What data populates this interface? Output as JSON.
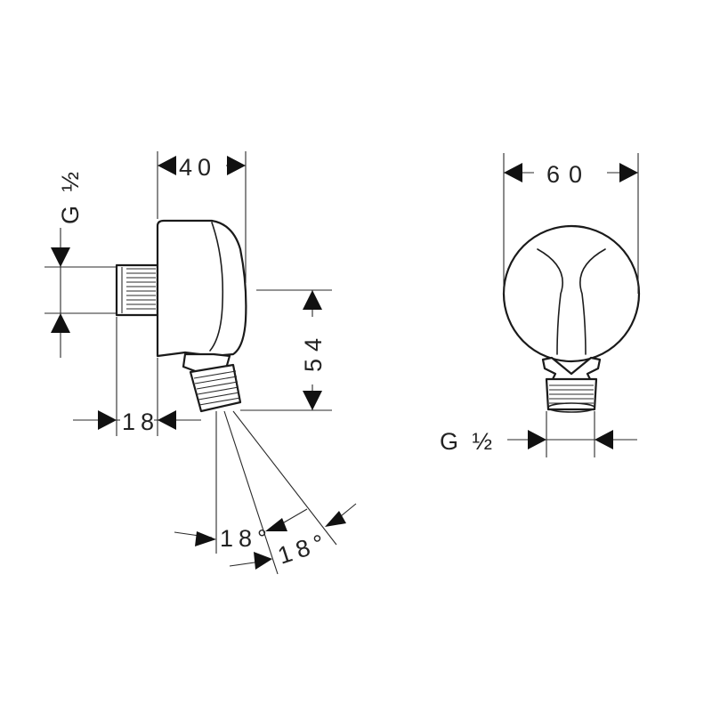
{
  "side_view": {
    "width_dimension": "40",
    "height_dimension": "54",
    "offset_dimension": "18",
    "thread_label": "G ½",
    "angle_dimension_1": "18°",
    "angle_dimension_2": "18°"
  },
  "front_view": {
    "width_dimension": "60",
    "thread_label": "G ½"
  },
  "colors": {
    "line": "#1e1e1e",
    "background": "#ffffff"
  }
}
